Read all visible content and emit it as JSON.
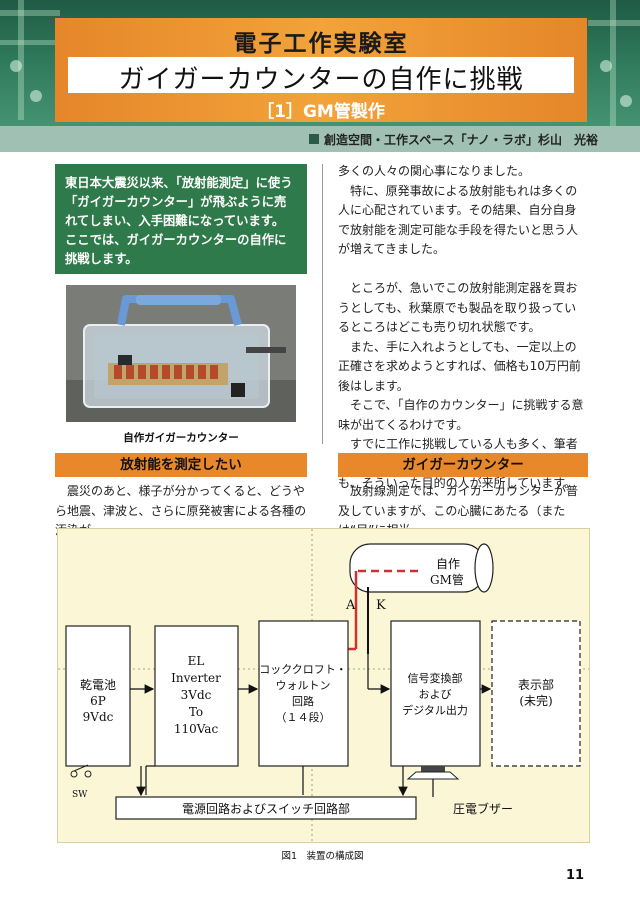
{
  "header": {
    "series": "電子工作実験室",
    "title": "ガイガーカウンターの自作に挑戦",
    "subtitle": "［1］GM管製作",
    "author": "創造空間・工作スペース「ナノ・ラボ」杉山　光裕"
  },
  "lead": [
    "東日本大震災以来、「放射能測定」に使う「ガイガーカウンター」が飛ぶように売れてしまい、入手困難になっています。",
    "ここでは、ガイガーカウンターの自作に挑戦します。"
  ],
  "photo_caption": "自作ガイガーカウンター",
  "right_column": {
    "p0": "多くの人々の関心事になりました。",
    "p1": "特に、原発事故による放射能もれは多くの人に心配されています。その結果、自分自身で放射能を測定可能な手段を得たいと思う人が増えてきました。",
    "p2": "ところが、急いでこの放射能測定器を買おうとしても、秋葉原でも製品を取り扱っているところはどこも売り切れ状態です。",
    "p3": "また、手に入れようとしても、一定以上の正確さを求めようとすれば、価格も10万円前後はします。",
    "p4": "そこで、「自作のカウンター」に挑戦する意味が出てくるわけです。",
    "p5": "すでに工作に挑戦している人も多く、筆者のいる秋葉原の工作スペース“ナノ・ラボ”でも、そういった目的の人が来所しています。"
  },
  "section1": {
    "heading": "放射能を測定したい",
    "body": "震災のあと、様子が分かってくると、どうやら地震、津波と、さらに原発被害による各種の汚染が"
  },
  "section2": {
    "heading": "ガイガーカウンター",
    "body": "放射線測定では、ガイガーカウンターが普及していますが、この心臓にあたる（または“目”に相当"
  },
  "figure": {
    "gm_tube_line1": "自作",
    "gm_tube_line2": "GM管",
    "anode": "A",
    "cathode": "K",
    "battery": [
      "乾電池",
      "6P",
      "9Vdc"
    ],
    "inverter": [
      "EL",
      "Inverter",
      "3Vdc",
      "To",
      "110Vac"
    ],
    "cockcroft": [
      "コッククロフト・",
      "ウォルトン",
      "回路",
      "（１４段）"
    ],
    "signal": [
      "信号変換部",
      "および",
      "デジタル出力"
    ],
    "display": [
      "表示部",
      "(未完)"
    ],
    "sw": "SW",
    "power_switch": "電源回路およびスイッチ回路部",
    "buzzer": "圧電ブザー",
    "caption": "図1　装置の構成図"
  },
  "page_number": "11",
  "colors": {
    "header_green": "#2f7a5c",
    "orange": "#e8882a",
    "lead_green": "#2f7a4a",
    "figure_bg": "#fbf7d6"
  }
}
